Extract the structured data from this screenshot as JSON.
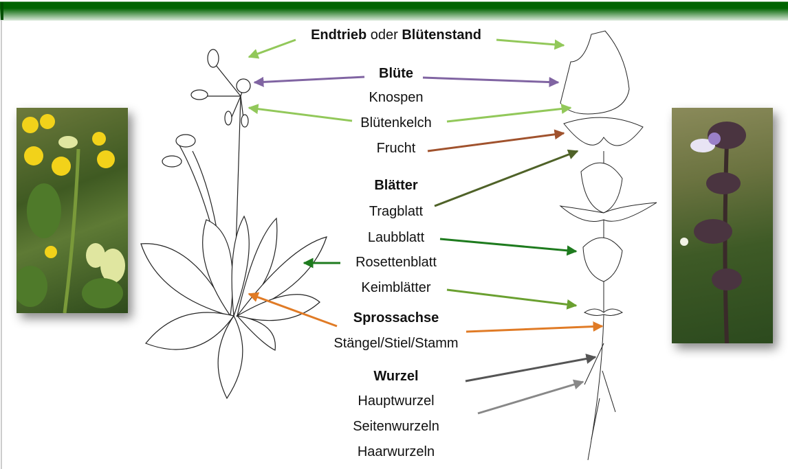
{
  "title": {
    "part1": "Endtrieb",
    "connector": " oder ",
    "part2": "Blütenstand"
  },
  "groups": {
    "bluete": {
      "heading": "Blüte",
      "items": [
        "Knospen",
        "Blütenkelch",
        "Frucht"
      ]
    },
    "blaetter": {
      "heading": "Blätter",
      "items": [
        "Tragblatt",
        "Laubblatt",
        "Rosettenblatt",
        "Keimblätter"
      ]
    },
    "sprossachse": {
      "heading": "Sprossachse",
      "items": [
        "Stängel/Stiel/Stamm"
      ]
    },
    "wurzel": {
      "heading": "Wurzel",
      "items": [
        "Hauptwurzel",
        "Seitenwurzeln",
        "Haarwurzeln"
      ]
    }
  },
  "colors": {
    "header": "#006400",
    "endtrieb": "#92c85a",
    "bluete": "#8064a2",
    "frucht": "#a0522d",
    "tragblatt": "#4f6228",
    "laubblatt": "#1e7b1e",
    "keim": "#6aa030",
    "spross": "#e07b26",
    "wurzel": "#555555",
    "seiten": "#888888"
  }
}
